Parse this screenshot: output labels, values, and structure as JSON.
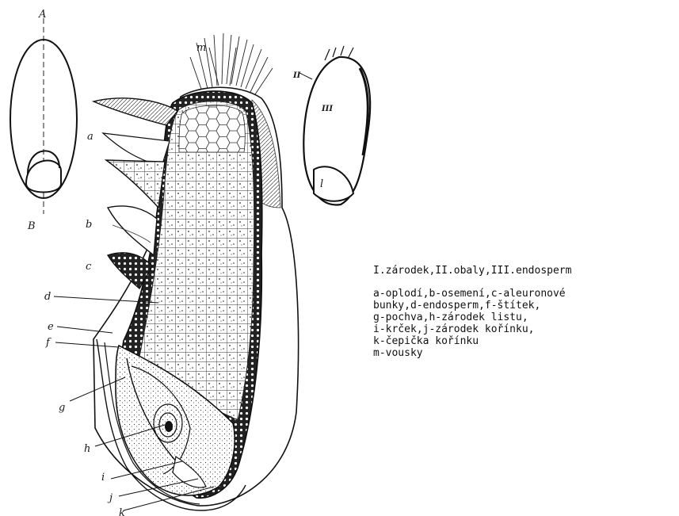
{
  "labels": {
    "A": "A",
    "B": "B",
    "m": "m",
    "a": "a",
    "b": "b",
    "c": "c",
    "d": "d",
    "e": "e",
    "f": "f",
    "g": "g",
    "h": "h",
    "i": "i",
    "j": "j",
    "k": "k",
    "II": "II",
    "III": "III",
    "l": "l"
  },
  "legend": {
    "line1": "I.zárodek,II.obaly,III.endosperm",
    "line2": "a-oplodí,b-osemení,c-aleuronové",
    "line3": "bunky,d-endosperm,f-štítek,",
    "line4": "g-pochva,h-zárodek listu,",
    "line5": "i-krček,j-zárodek kořínku,",
    "line6": "k-čepička kořínku",
    "line7": "m-vousky"
  }
}
